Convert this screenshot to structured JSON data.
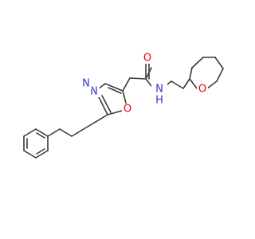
{
  "molecule": {
    "atoms": {
      "oxadiazole_n3": "N",
      "oxadiazole_n4": "N",
      "oxadiazole_o1": "O",
      "carbonyl_o": "O",
      "amide_n": "N",
      "amide_h": "H",
      "pyran_o": "O"
    },
    "colors": {
      "bond": "#3a3a3a",
      "oxygen": "#e8000e",
      "nitrogen": "#2a35d9"
    }
  }
}
